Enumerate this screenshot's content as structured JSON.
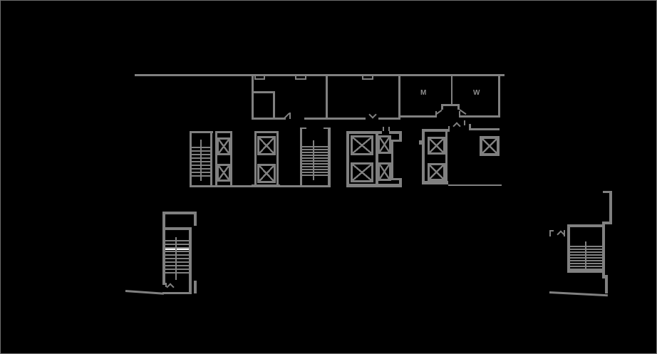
{
  "figure": {
    "type": "architectural-floor-plan",
    "labels": {
      "mens_room": "M",
      "womens_room": "W"
    },
    "palette": {
      "background": "#000000",
      "line": "#808080",
      "highlight_tread": "#ffffff",
      "frame_border": "#6f6f6f"
    }
  }
}
